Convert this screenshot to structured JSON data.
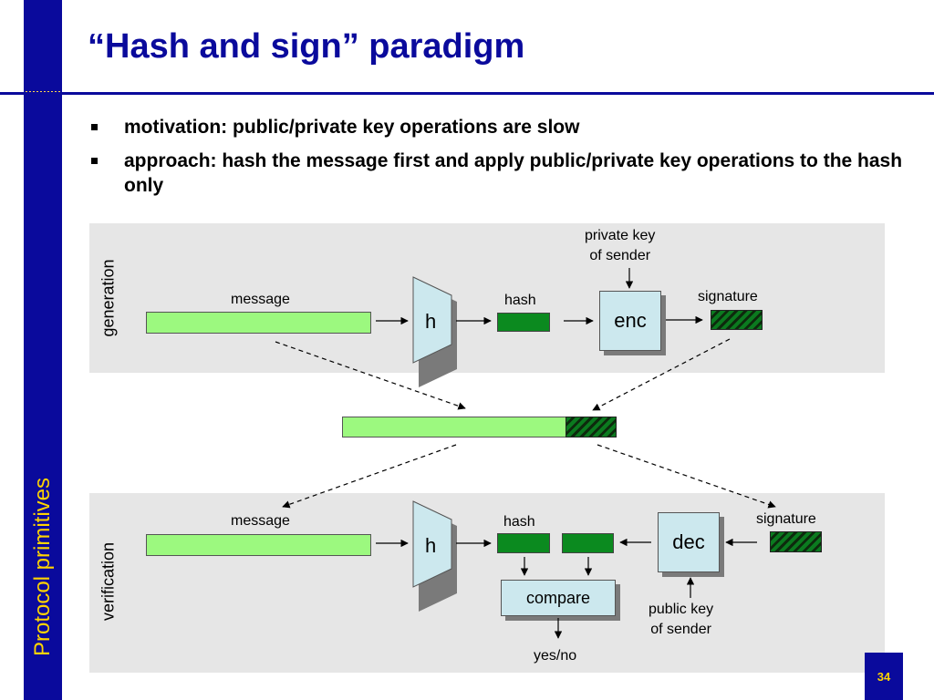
{
  "slide": {
    "title": "“Hash and sign” paradigm",
    "section": "Protocol primitives",
    "page_number": "34"
  },
  "bullets": [
    "motivation: public/private key operations are slow",
    "approach: hash the message first and apply public/private key operations to the hash only"
  ],
  "generation": {
    "label": "generation",
    "message_label": "message",
    "h_label": "h",
    "hash_label": "hash",
    "key_label_line1": "private key",
    "key_label_line2": "of sender",
    "enc_label": "enc",
    "signature_label": "signature"
  },
  "verification": {
    "label": "verification",
    "message_label": "message",
    "h_label": "h",
    "hash_label": "hash",
    "compare_label": "compare",
    "result_label": "yes/no",
    "dec_label": "dec",
    "key_label_line1": "public key",
    "key_label_line2": "of sender",
    "signature_label": "signature"
  },
  "colors": {
    "title_blue": "#0a0a9c",
    "sidebar_text": "#ffd400",
    "message_green": "#9cf97f",
    "hash_green": "#0b8a1f",
    "box_fill": "#cce8ee",
    "panel_gray": "#e6e6e6"
  }
}
